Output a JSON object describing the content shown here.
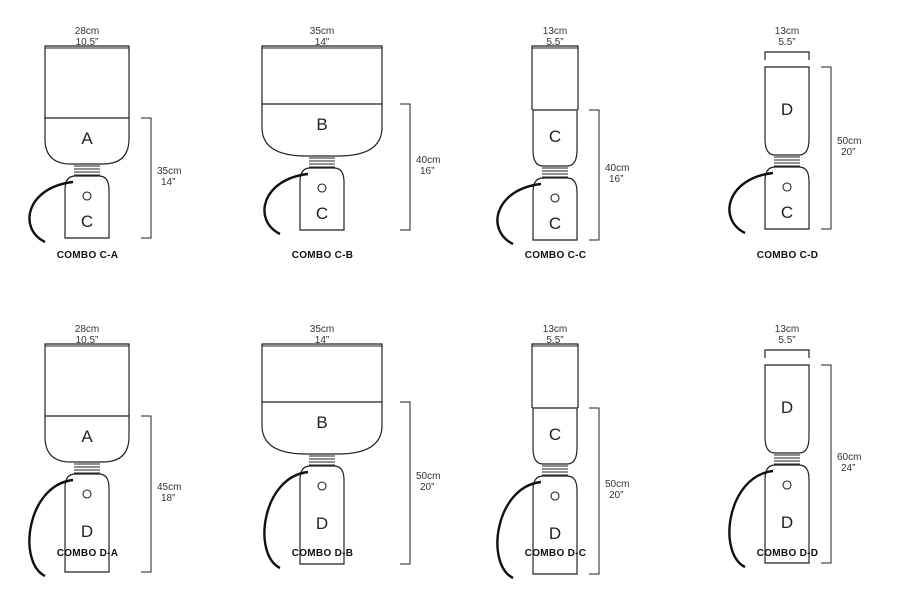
{
  "combos": [
    {
      "name": "COMBO C-A",
      "top_letter": "A",
      "bottom_letter": "C",
      "width_cm": "28cm",
      "width_in": "10.5”",
      "height_cm": "35cm",
      "height_in": "14”"
    },
    {
      "name": "COMBO C-B",
      "top_letter": "B",
      "bottom_letter": "C",
      "width_cm": "35cm",
      "width_in": "14”",
      "height_cm": "40cm",
      "height_in": "16”"
    },
    {
      "name": "COMBO C-C",
      "top_letter": "C",
      "bottom_letter": "C",
      "width_cm": "13cm",
      "width_in": "5.5”",
      "height_cm": "40cm",
      "height_in": "16”"
    },
    {
      "name": "COMBO C-D",
      "top_letter": "D",
      "bottom_letter": "C",
      "width_cm": "13cm",
      "width_in": "5.5”",
      "height_cm": "50cm",
      "height_in": "20”"
    },
    {
      "name": "COMBO D-A",
      "top_letter": "A",
      "bottom_letter": "D",
      "width_cm": "28cm",
      "width_in": "10.5”",
      "height_cm": "45cm",
      "height_in": "18”"
    },
    {
      "name": "COMBO D-B",
      "top_letter": "B",
      "bottom_letter": "D",
      "width_cm": "35cm",
      "width_in": "14”",
      "height_cm": "50cm",
      "height_in": "20”"
    },
    {
      "name": "COMBO D-C",
      "top_letter": "C",
      "bottom_letter": "D",
      "width_cm": "13cm",
      "width_in": "5.5”",
      "height_cm": "50cm",
      "height_in": "20”"
    },
    {
      "name": "COMBO D-D",
      "top_letter": "D",
      "bottom_letter": "D",
      "width_cm": "13cm",
      "width_in": "5.5”",
      "height_cm": "60cm",
      "height_in": "24”"
    }
  ]
}
